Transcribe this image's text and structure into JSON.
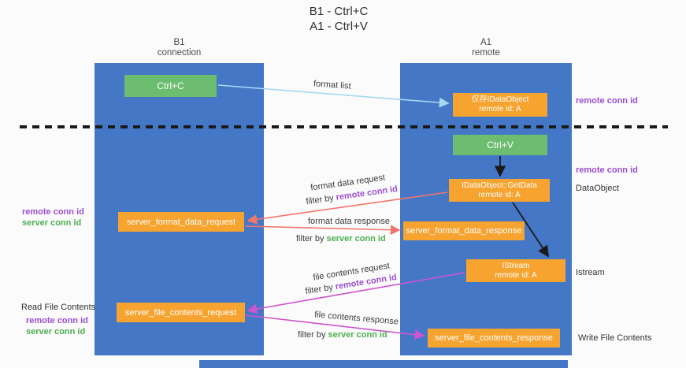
{
  "title": {
    "line1": "B1 - Ctrl+C",
    "line2": "A1 - Ctrl+V"
  },
  "lanes": {
    "left": {
      "name": "B1",
      "role": "connection"
    },
    "right": {
      "name": "A1",
      "role": "remote"
    }
  },
  "nodes": {
    "ctrl_c": {
      "label": "Ctrl+C"
    },
    "ctrl_v": {
      "label": "Ctrl+V"
    },
    "idataobject_cache": {
      "line1": "仅存IDataObject",
      "line2": "remote id: A"
    },
    "getdata": {
      "line1": "IDataObject::GetData",
      "line2": "remote id: A"
    },
    "istream": {
      "line1": "IStream",
      "line2": "remote id: A"
    },
    "format_request": {
      "label": "server_format_data_request"
    },
    "format_response": {
      "label": "server_format_data_response"
    },
    "file_request": {
      "label": "server_file_contents_request"
    },
    "file_response": {
      "label": "server_file_contents_response"
    }
  },
  "edge_labels": {
    "format_list": "format list",
    "format_data_request": "format data request",
    "format_data_response": "format data response",
    "file_contents_request": "file contents request",
    "file_contents_response": "file contents response",
    "filter_by": "filter by ",
    "remote_conn_id": "remote conn id",
    "server_conn_id": "server conn id"
  },
  "side_labels": {
    "remote_conn_id_top_right": "remote conn id",
    "remote_conn_id_mid_right": "remote conn id",
    "dataobject": "DataObject",
    "istream": "Istream",
    "write_file_contents": "Write File Contents",
    "read_file_contents": "Read File Contents",
    "remote_conn_id_left_1": "remote conn id",
    "server_conn_id_left_1": "server conn id",
    "remote_conn_id_left_2": "remote conn id",
    "server_conn_id_left_2": "server conn id"
  },
  "colors": {
    "lane_blue": "#4577c7",
    "node_green": "#6cbd6f",
    "node_orange": "#f6a330",
    "arrow_blue": "#a6d9f2",
    "arrow_salmon": "#f4756b",
    "arrow_magenta": "#cf54cf",
    "text_purple": "#9b4fd3",
    "text_green": "#4caf50"
  }
}
